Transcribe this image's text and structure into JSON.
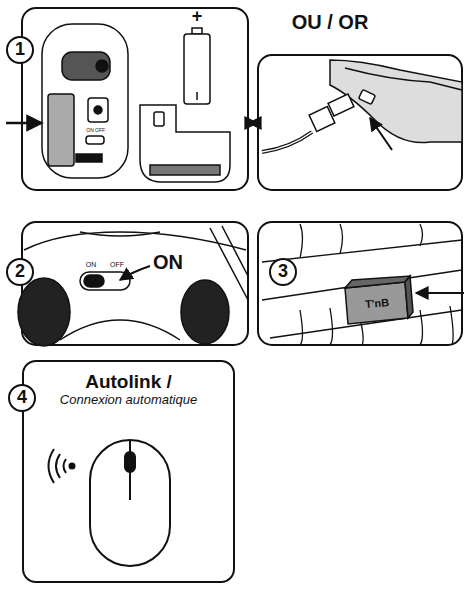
{
  "diagram": {
    "nodes": [
      {
        "text": [
          "1"
        ]
      },
      {
        "text": [
          "2"
        ]
      },
      {
        "text": [
          "3"
        ]
      },
      {
        "text": [
          "Autolink /",
          "Connexion automatique"
        ]
      },
      {
        "text": [
          "4"
        ],
        "in": 3
      }
    ],
    "labels": [
      "OU / OR",
      "+",
      "ON",
      "OFF",
      "ON",
      "OFF",
      "ON",
      "T'nB"
    ]
  }
}
